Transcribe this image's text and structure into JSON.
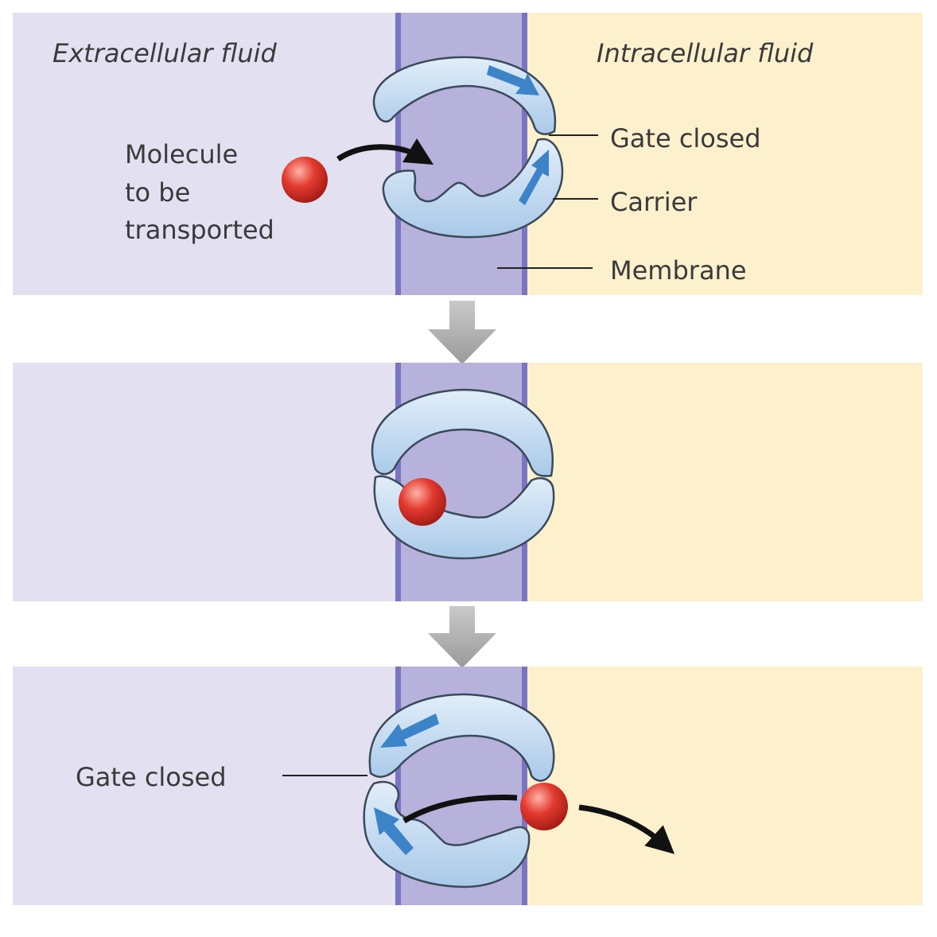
{
  "regions": {
    "extracellular": "Extracellular fluid",
    "intracellular": "Intracellular fluid"
  },
  "labels": {
    "molecule": [
      "Molecule",
      "to be",
      "transported"
    ],
    "gate_closed_top": "Gate closed",
    "carrier": "Carrier",
    "membrane": "Membrane",
    "gate_closed_bottom": "Gate closed"
  },
  "colors": {
    "extracellular_bg": "#e3e0f1",
    "intracellular_bg": "#fdf0cd",
    "membrane_fill": "#b7b2dc",
    "membrane_edge": "#7b74c2",
    "carrier_fill": "#c6dcf1",
    "carrier_stroke": "#3a4a5a",
    "carrier_arrow": "#3c83c8",
    "molecule": "#d8322a",
    "step_arrow": "#a9a9a9",
    "motion_arrow": "#111111"
  }
}
